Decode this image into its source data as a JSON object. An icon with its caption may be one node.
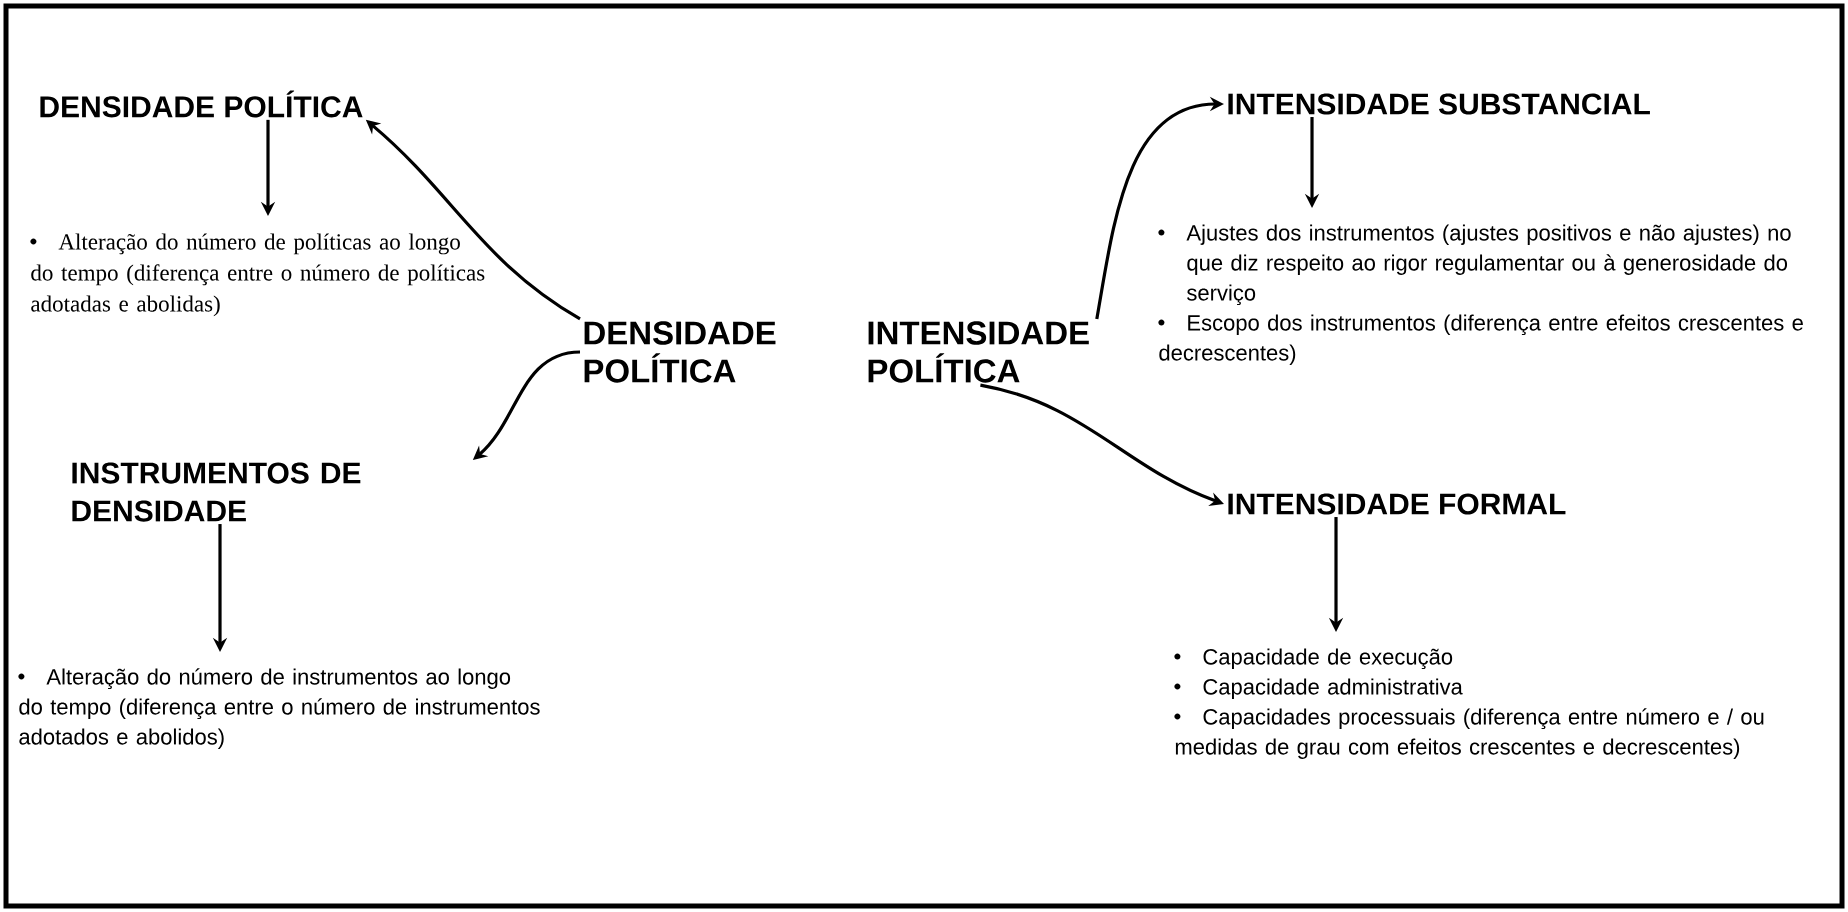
{
  "diagram": {
    "nodes": [
      {
        "text": [
          "DENSIDADE POLÍTICA"
        ]
      },
      {
        "text": [
          "INTENSIDADE POLÍTICA"
        ]
      },
      {
        "text": [
          "DENSIDADE POLÍTICA"
        ]
      },
      {
        "text": [
          "Alteração do número de políticas ao longo do tempo (diferença entre o número de políticas adotadas e abolidas)"
        ]
      },
      {
        "text": [
          "INSTRUMENTOS DE DENSIDADE"
        ]
      },
      {
        "text": [
          "Alteração do número de instrumentos ao longo do tempo (diferença entre o número de instrumentos adotados e abolidos)"
        ]
      },
      {
        "text": [
          "INTENSIDADE SUBSTANCIAL"
        ]
      },
      {
        "text": [
          "Ajustes dos instrumentos (ajustes positivos e não ajustes) no que diz respeito ao rigor regulamentar ou à generosidade do serviço",
          "Escopo dos instrumentos (diferença entre efeitos crescentes e decrescentes)"
        ]
      },
      {
        "text": [
          "INTENSIDADE FORMAL"
        ]
      },
      {
        "text": [
          "Capacidade de execução",
          "Capacidade administrativa",
          "Capacidades processuais (diferença entre número e / ou medidas de grau com efeitos crescentes e decrescentes)"
        ]
      }
    ],
    "edges": [
      {
        "from": 0,
        "to": 2,
        "arrow": "to"
      },
      {
        "from": 0,
        "to": 4,
        "arrow": "to"
      },
      {
        "from": 2,
        "to": 3,
        "arrow": "to"
      },
      {
        "from": 4,
        "to": 5,
        "arrow": "to"
      },
      {
        "from": 1,
        "to": 6,
        "arrow": "to"
      },
      {
        "from": 1,
        "to": 8,
        "arrow": "to"
      },
      {
        "from": 6,
        "to": 7,
        "arrow": "to"
      },
      {
        "from": 8,
        "to": 9,
        "arrow": "to"
      }
    ]
  }
}
